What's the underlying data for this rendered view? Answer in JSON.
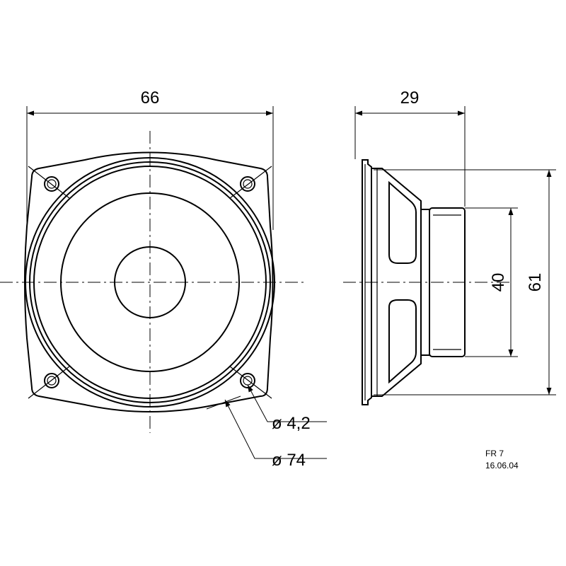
{
  "front_view": {
    "width_label": "66",
    "hole_label": "ø 4,2",
    "outer_diameter_label": "ø 74"
  },
  "side_view": {
    "depth_label": "29",
    "magnet_diameter_label": "40",
    "cutout_label": "61"
  },
  "title_block": {
    "model": "FR 7",
    "date": "16.06.04"
  }
}
